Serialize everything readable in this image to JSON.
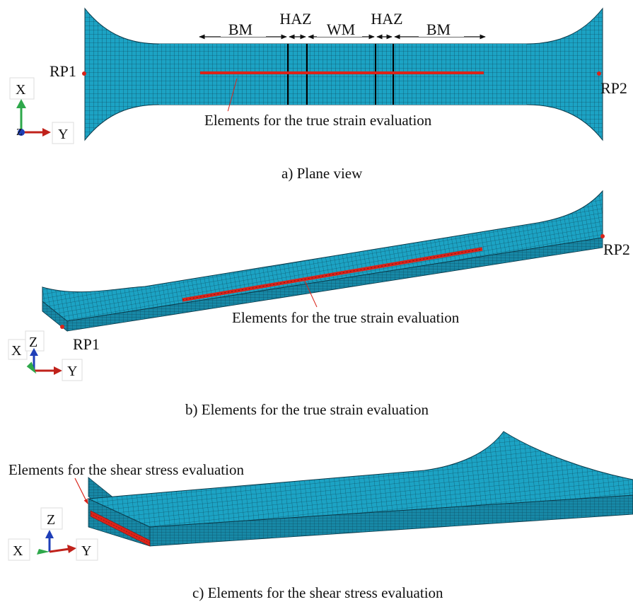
{
  "colors": {
    "mesh_fill": "#1ca3c4",
    "mesh_fill_dark": "#1788a6",
    "mesh_line": "#0b3a4a",
    "eval_red": "#d9241a",
    "axis_x_green": "#2ea84b",
    "axis_y_red": "#c0221b",
    "axis_z_blue": "#1f3fb8"
  },
  "panel_a": {
    "caption": "a)   Plane view",
    "zones": {
      "bm_left": "BM",
      "haz_left": "HAZ",
      "wm": "WM",
      "haz_right": "HAZ",
      "bm_right": "BM"
    },
    "rp1": "RP1",
    "rp2": "RP2",
    "callout": "Elements for the true strain evaluation",
    "triad": {
      "x": "X",
      "y": "Y",
      "z": "Z"
    }
  },
  "panel_b": {
    "caption": "b)   Elements for the true strain evaluation",
    "rp1": "RP1",
    "rp2": "RP2",
    "callout": "Elements for the true strain evaluation",
    "triad": {
      "x": "X",
      "y": "Y",
      "z": "Z"
    }
  },
  "panel_c": {
    "caption": "c)   Elements for the shear stress evaluation",
    "callout": "Elements for the shear stress evaluation",
    "triad": {
      "x": "X",
      "y": "Y",
      "z": "Z"
    }
  }
}
